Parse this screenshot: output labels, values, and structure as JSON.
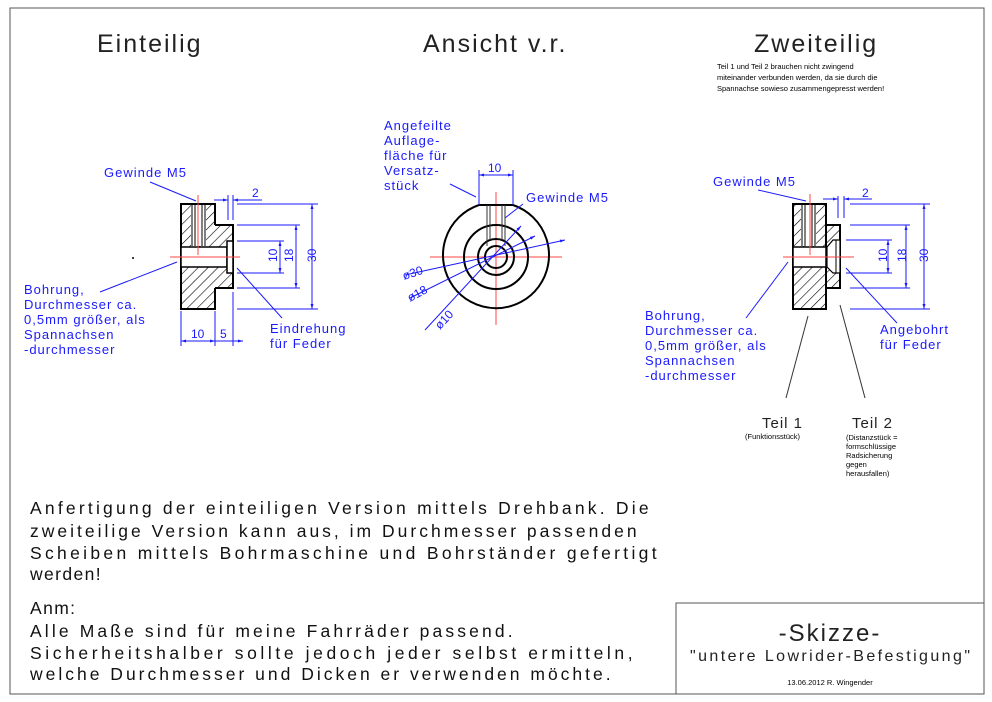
{
  "titles": {
    "left": "Einteilig",
    "middle": "Ansicht v.r.",
    "right": "Zweiteilig"
  },
  "note_right": [
    "Teil 1 und Teil 2 brauchen nicht zwingend",
    "miteinander verbunden werden, da sie durch die",
    "Spannachse sowieso zusammengepresst werden!"
  ],
  "left_view": {
    "thread_label": "Gewinde M5",
    "bore_label": [
      "Bohrung,",
      "Durchmesser ca.",
      "0,5mm größer, als",
      "Spannachsen",
      "-durchmesser"
    ],
    "recess_label": [
      "Eindrehung",
      "für Feder"
    ],
    "dims": {
      "d30": "30",
      "d18": "18",
      "d10": "10",
      "w2": "2",
      "w10": "10",
      "w5": "5"
    }
  },
  "middle_view": {
    "flat_label": [
      "Angefeilte",
      "Auflage-",
      "fläche für",
      "Versatz-",
      "stück"
    ],
    "thread_label": "Gewinde M5",
    "dims": {
      "flat": "10",
      "d30": "ø30",
      "d18": "ø18",
      "d10": "ø10"
    }
  },
  "right_view": {
    "thread_label": "Gewinde M5",
    "bore_label": [
      "Bohrung,",
      "Durchmesser ca.",
      "0,5mm größer, als",
      "Spannachsen",
      "-durchmesser"
    ],
    "drill_label": [
      "Angebohrt",
      "für Feder"
    ],
    "dims": {
      "d30": "30",
      "d18": "18",
      "d10": "10",
      "w2": "2"
    },
    "part1": {
      "title": "Teil 1",
      "desc": [
        "(Funktionsstück)"
      ]
    },
    "part2": {
      "title": "Teil 2",
      "desc": [
        "(Distanzstück =",
        "formschlüssige",
        "Radsicherung",
        "gegen",
        "herausfallen)"
      ]
    }
  },
  "body_text": [
    "Anfertigung der einteiligen Version mittels Drehbank. Die",
    "zweiteilige Version kann aus, im Durchmesser passenden",
    "Scheiben mittels Bohrmaschine und Bohrständer gefertigt",
    "werden!"
  ],
  "remark_heading": "Anm:",
  "remark_text": [
    "Alle Maße sind für meine Fahrräder passend.",
    "Sicherheitshalber sollte jedoch jeder selbst ermitteln,",
    "welche Durchmesser und Dicken er verwenden möchte."
  ],
  "title_block": {
    "title": "-Skizze-",
    "subtitle": "\"untere Lowrider-Befestigung\"",
    "date_author": "13.06.2012 R. Wingender"
  }
}
